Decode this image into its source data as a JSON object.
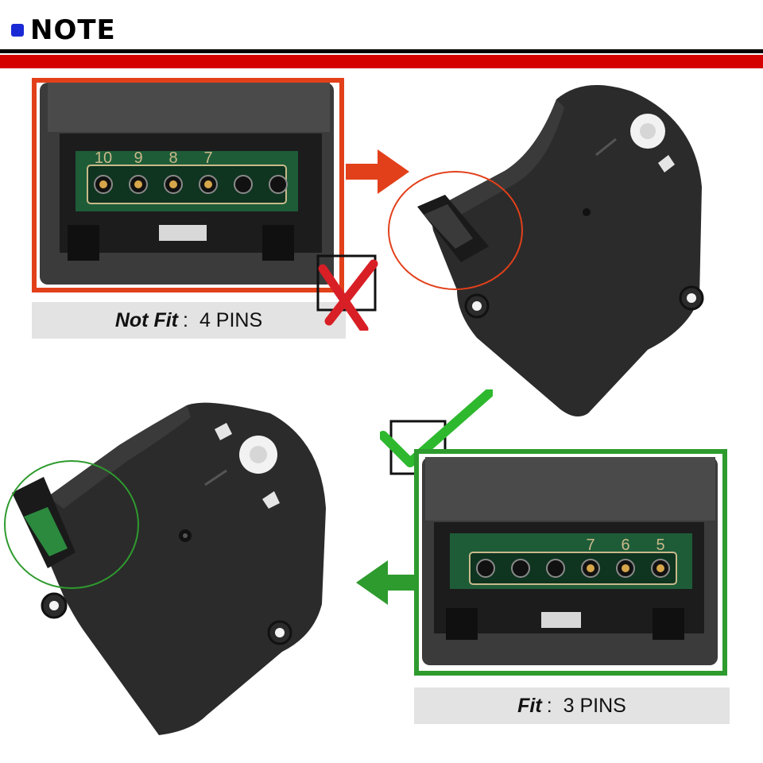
{
  "header": {
    "title": "NOTE",
    "accent_color": "#1a2bd6",
    "rule_color": "#d40000"
  },
  "not_fit": {
    "frame_color": "#e2401a",
    "pin_labels": [
      "10",
      "9",
      "8",
      "7"
    ],
    "pin_count_shown": 4,
    "caption_strong": "Not Fit",
    "caption_sep": ":",
    "caption_rest": "4 PINS",
    "mark_icon": "red-cross-icon"
  },
  "fit": {
    "frame_color": "#2e9b2e",
    "pin_labels": [
      "7",
      "6",
      "5"
    ],
    "pin_count_shown": 3,
    "caption_strong": "Fit",
    "caption_sep": ":",
    "caption_rest": "3 PINS",
    "mark_icon": "green-check-icon"
  }
}
